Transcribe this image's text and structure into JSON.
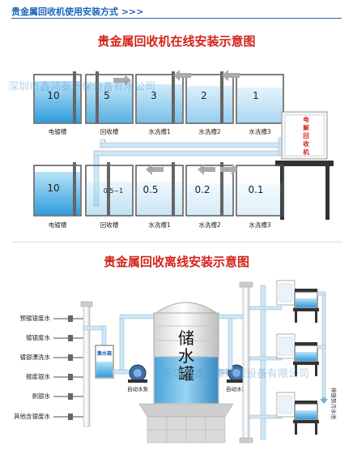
{
  "header": {
    "title": "贵金属回收机使用安装方式 >>>"
  },
  "online": {
    "title": "贵金属回收机在线安装示意图",
    "row1_tanks": [
      {
        "value": "10",
        "label": "电镀槽"
      },
      {
        "value": "5",
        "label": "回收槽"
      },
      {
        "value": "3",
        "label": "水洗槽1"
      },
      {
        "value": "2",
        "label": "水洗槽2"
      },
      {
        "value": "1",
        "label": "水洗槽3"
      }
    ],
    "row2_tanks": [
      {
        "value": "10",
        "label": "电镀槽"
      },
      {
        "value": "0.5~1",
        "label": "回收槽"
      },
      {
        "value": "0.5",
        "label": "水洗槽1"
      },
      {
        "value": "0.2",
        "label": "水洗槽2"
      },
      {
        "value": "0.1",
        "label": "水洗槽3"
      }
    ],
    "machine_label": [
      "电",
      "解",
      "回",
      "收",
      "机"
    ]
  },
  "offline": {
    "title": "贵金属回收离线安装示意图",
    "sources": [
      "预镀银废水",
      "镀银废水",
      "镀银漂洗水",
      "报废银水",
      "剥银水",
      "其他含银废水"
    ],
    "small_tank": "集水箱",
    "pump_left": "自动水泵",
    "pump_right": "自动水泵",
    "big_tank": [
      "储",
      "水",
      "罐"
    ],
    "discharge": "排放到污水池"
  },
  "watermark": "深圳市鑫鸿泰环保设备有限公司",
  "colors": {
    "water": "#5ab8e8",
    "pipe": "#9dcfee",
    "title_red": "#d4241c",
    "header_blue": "#1a63b8"
  }
}
